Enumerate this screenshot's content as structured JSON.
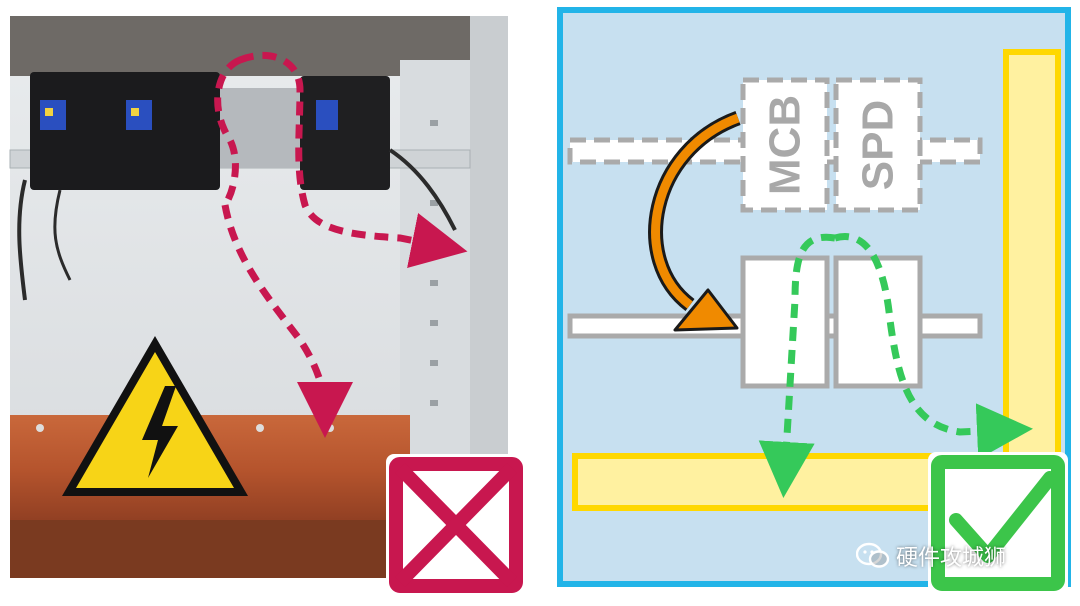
{
  "left_panel": {
    "verdict": "incorrect",
    "verdict_color": "#c8174f",
    "path_color": "#c8174f"
  },
  "right_panel": {
    "verdict": "correct",
    "verdict_color": "#3cc54a",
    "frame_color": "#22b4e8",
    "bus_color": "#ffd800",
    "module_top_left_label": "MCB",
    "module_top_right_label": "SPD",
    "arrow_orange_color": "#f08a00",
    "arrow_green_color": "#35c95a"
  },
  "watermark": {
    "text": "硬件攻城狮",
    "icon": "wechat-icon"
  }
}
